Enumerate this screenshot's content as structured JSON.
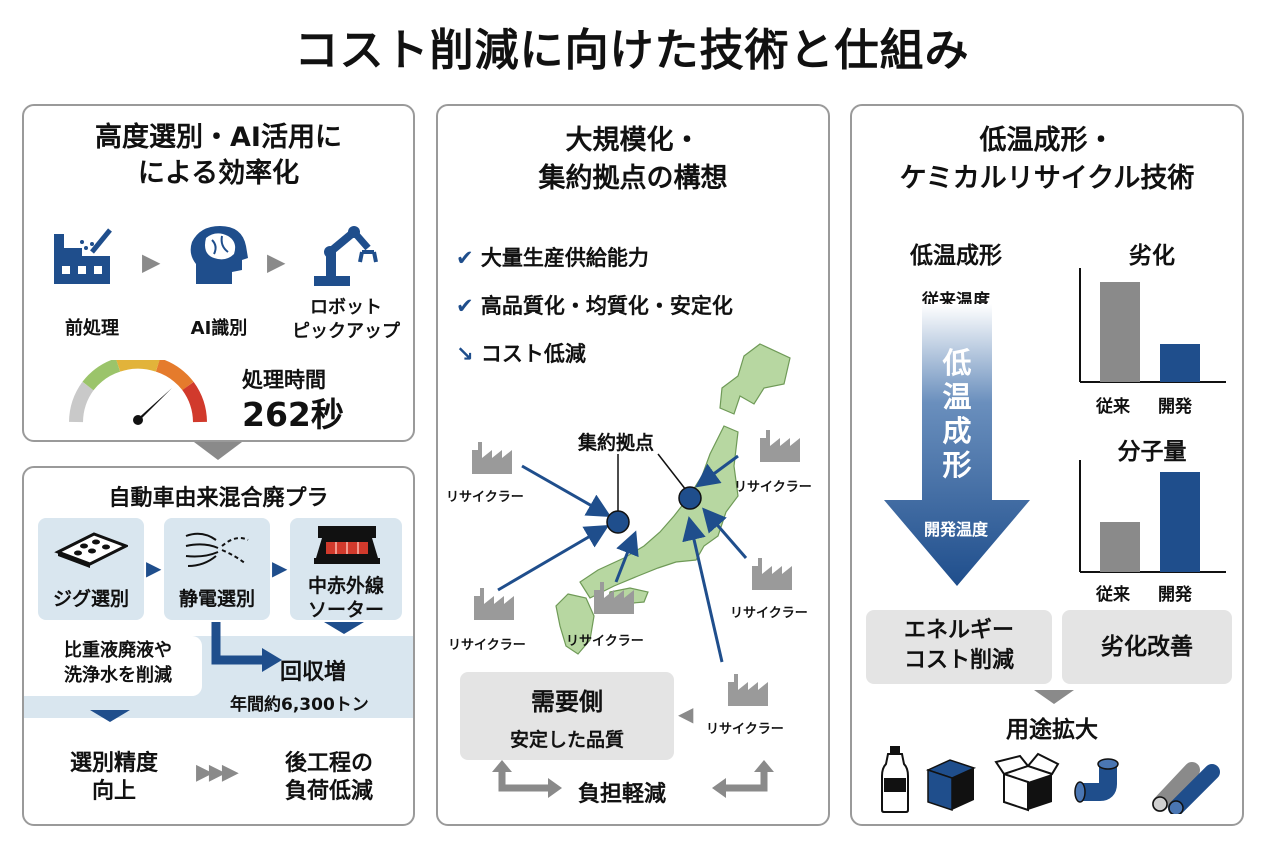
{
  "title": "コスト削減に向けた技術と仕組み",
  "colors": {
    "blue": "#1f4e8c",
    "light_blue": "#d9e6ef",
    "gray": "#8a8a8a",
    "map_green": "#b7d7a1"
  },
  "left": {
    "heading_line1": "高度選別・AI活用に",
    "heading_line2": "による効率化",
    "steps": [
      {
        "label": "前処理",
        "icon": "pretreatment-machine-icon"
      },
      {
        "label": "AI識別",
        "icon": "ai-brain-head-icon"
      },
      {
        "label_line1": "ロボット",
        "label_line2": "ピックアップ",
        "icon": "robot-arm-icon"
      }
    ],
    "time_label": "処理時間",
    "time_value": "262秒",
    "box": {
      "heading": "自動車由来混合廃プラ",
      "sorters": [
        {
          "label": "ジグ選別",
          "icon": "jig-tray-icon"
        },
        {
          "label": "静電選別",
          "icon": "static-electricity-icon"
        },
        {
          "label_line1": "中赤外線",
          "label_line2": "ソーター",
          "icon": "infrared-sorter-icon"
        }
      ],
      "reduce_line1": "比重液廃液や",
      "reduce_line2": "洗浄水を削減",
      "recovery_label": "回収増",
      "recovery_sub": "年間約6,300トン",
      "result1_line1": "選別精度",
      "result1_line2": "向上",
      "result2_line1": "後工程の",
      "result2_line2": "負荷低減"
    }
  },
  "middle": {
    "heading_line1": "大規模化・",
    "heading_line2": "集約拠点の構想",
    "checks": [
      "大量生産供給能力",
      "高品質化・均質化・安定化"
    ],
    "cost_label": "コスト低減",
    "hub_label": "集約拠点",
    "recycler_label": "リサイクラー",
    "demand_title": "需要側",
    "demand_sub": "安定した品質",
    "burden_label": "負担軽減"
  },
  "right": {
    "heading_line1": "低温成形・",
    "heading_line2": "ケミカルリサイクル技術",
    "low_temp_label": "低温成形",
    "conventional_temp": "従来温度",
    "arrow_text": [
      "低",
      "温",
      "成",
      "形"
    ],
    "dev_temp": "開発温度",
    "degradation_title": "劣化",
    "molecular_title": "分子量",
    "bar_labels": [
      "従来",
      "開発"
    ],
    "degradation_values": [
      1.0,
      0.38
    ],
    "molecular_values": [
      0.5,
      1.0
    ],
    "benefit1_line1": "エネルギー",
    "benefit1_line2": "コスト削減",
    "benefit2": "劣化改善",
    "expansion_label": "用途拡大",
    "products": [
      "bottle-icon",
      "box-icon",
      "open-box-icon",
      "pipe-elbow-icon",
      "pipes-icon"
    ]
  }
}
